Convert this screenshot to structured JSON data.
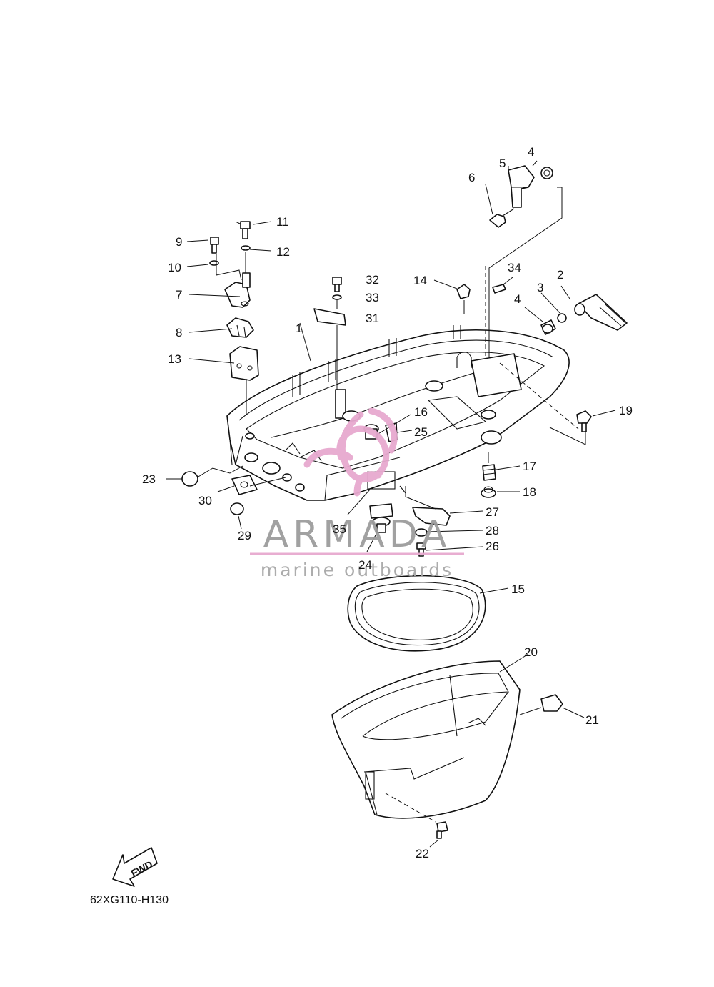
{
  "diagram": {
    "code": "62XG110-H130",
    "fwd_label": "FWD",
    "watermark": {
      "brand": "ARMADA",
      "tagline": "marine outboards",
      "accent_color": "#e7a9cf"
    },
    "callouts": [
      "1",
      "2",
      "3",
      "4",
      "4",
      "5",
      "6",
      "7",
      "8",
      "9",
      "10",
      "11",
      "12",
      "13",
      "14",
      "15",
      "16",
      "17",
      "18",
      "19",
      "20",
      "21",
      "22",
      "23",
      "24",
      "25",
      "26",
      "27",
      "28",
      "29",
      "30",
      "31",
      "32",
      "33",
      "34",
      "35"
    ]
  }
}
